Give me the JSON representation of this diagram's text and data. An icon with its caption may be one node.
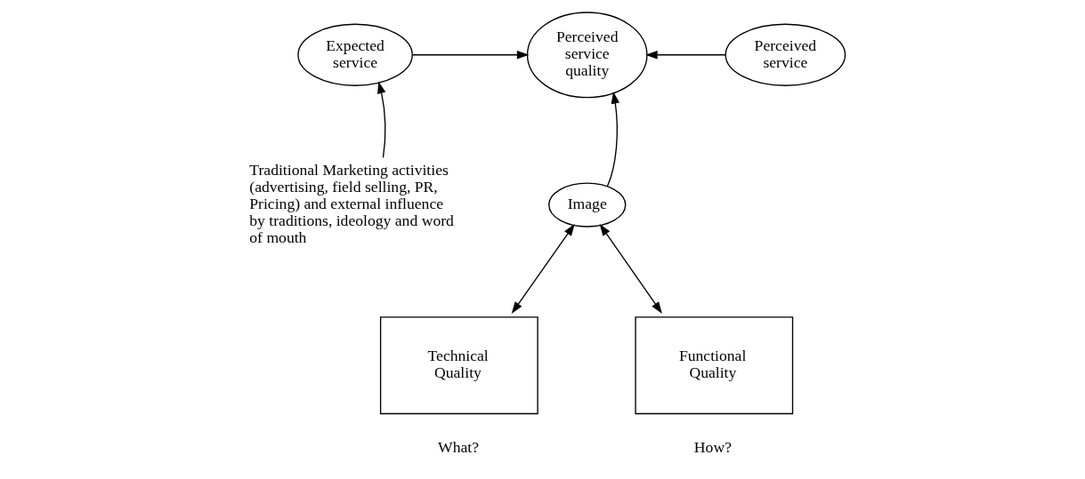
{
  "diagram": {
    "nodes": [
      {
        "text": [
          "Expected service"
        ]
      },
      {
        "text": [
          "Perceived service quality"
        ]
      },
      {
        "text": [
          "Perceived service"
        ]
      },
      {
        "text": [
          "Traditional Marketing activities (advertising, field selling, PR, Pricing) and external influence by traditions, ideology and word of mouth"
        ]
      },
      {
        "text": [
          "Image"
        ]
      },
      {
        "text": [
          "Technical Quality"
        ],
        "beside": [
          "What?"
        ]
      },
      {
        "text": [
          "Functional Quality"
        ],
        "beside": [
          "How?"
        ]
      }
    ],
    "edges": [
      {
        "from": 0,
        "to": 1,
        "arrow": "to"
      },
      {
        "from": 2,
        "to": 1,
        "arrow": "to"
      },
      {
        "from": 3,
        "to": 0,
        "arrow": "to"
      },
      {
        "from": 4,
        "to": 1,
        "arrow": "to"
      },
      {
        "from": 4,
        "to": 5,
        "arrow": "both"
      },
      {
        "from": 4,
        "to": 6,
        "arrow": "both"
      }
    ]
  }
}
